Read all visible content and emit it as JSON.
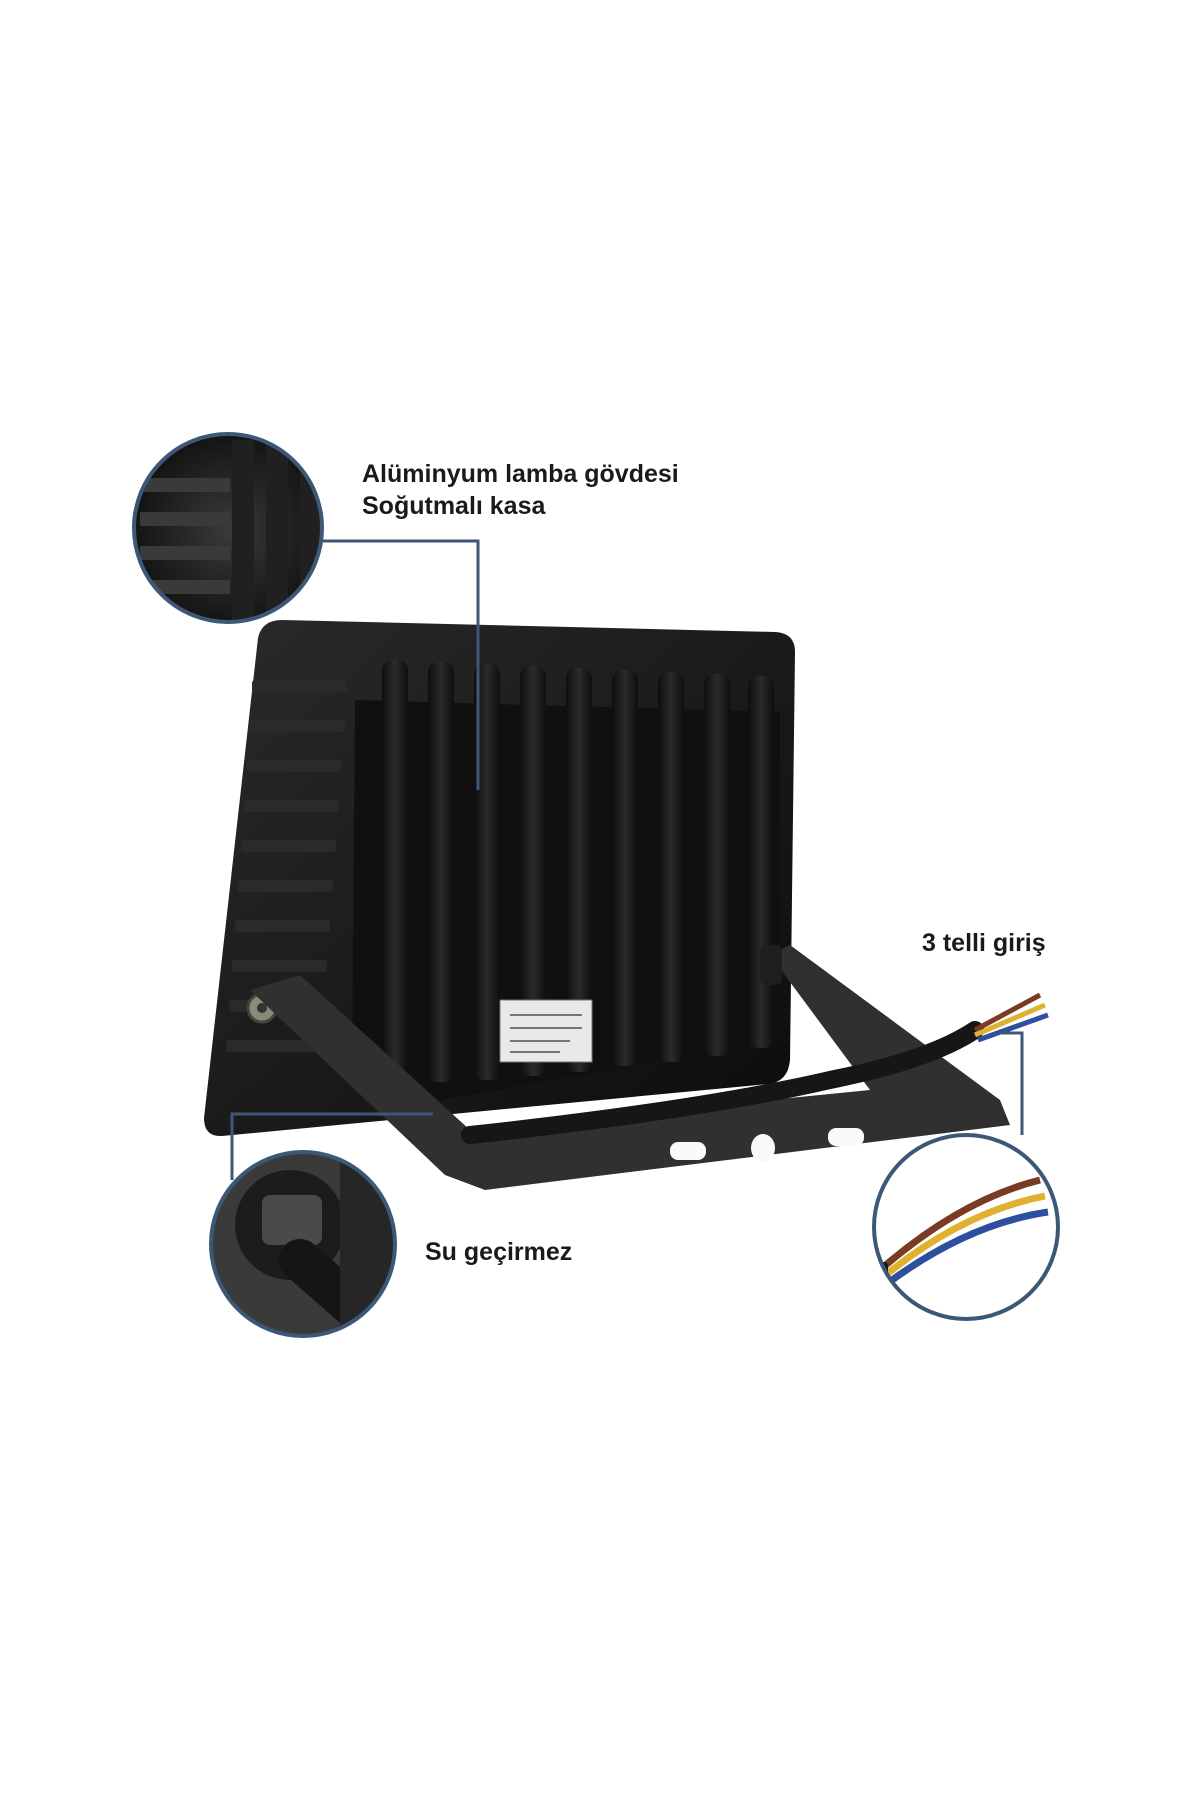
{
  "annotations": {
    "casing": {
      "line1": "Alüminyum lamba gövdesi",
      "line2": "Soğutmalı kasa"
    },
    "wire_input": "3 telli giriş",
    "waterproof": "Su geçirmez"
  },
  "colors": {
    "callout_line": "#3d5876",
    "lamp_body": "#141414",
    "bracket": "#2f2f2f",
    "wire_brown": "#7a3b25",
    "wire_yellow": "#e0b030",
    "wire_blue": "#2d4f9e"
  }
}
